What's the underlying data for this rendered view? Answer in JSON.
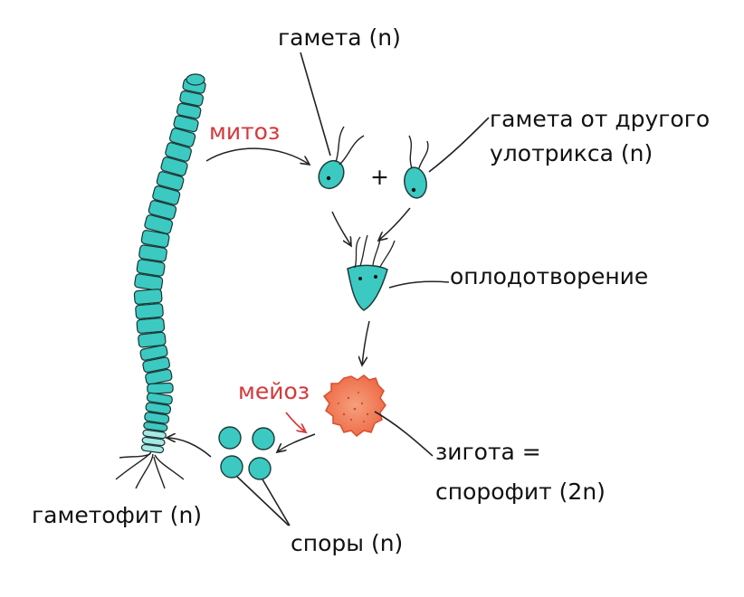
{
  "labels": {
    "gamete": "гамета (n)",
    "other_gamete_line1": "гамета от другого",
    "other_gamete_line2": "улотрикса (n)",
    "mitosis": "митоз",
    "fertilization": "оплодотворение",
    "meiosis": "мейоз",
    "zygote_line1": "зигота =",
    "zygote_line2": "спорофит (2n)",
    "gametophyte": "гаметофит (n)",
    "spores": "споры (n)",
    "plus": "+"
  },
  "colors": {
    "cell_fill": "#3cc9c1",
    "cell_light": "#a6e9e4",
    "zygote_fill": "#f07b55",
    "zygote_dark": "#d94f2e",
    "arrow": "#222222",
    "accent_red": "#d6383a"
  }
}
